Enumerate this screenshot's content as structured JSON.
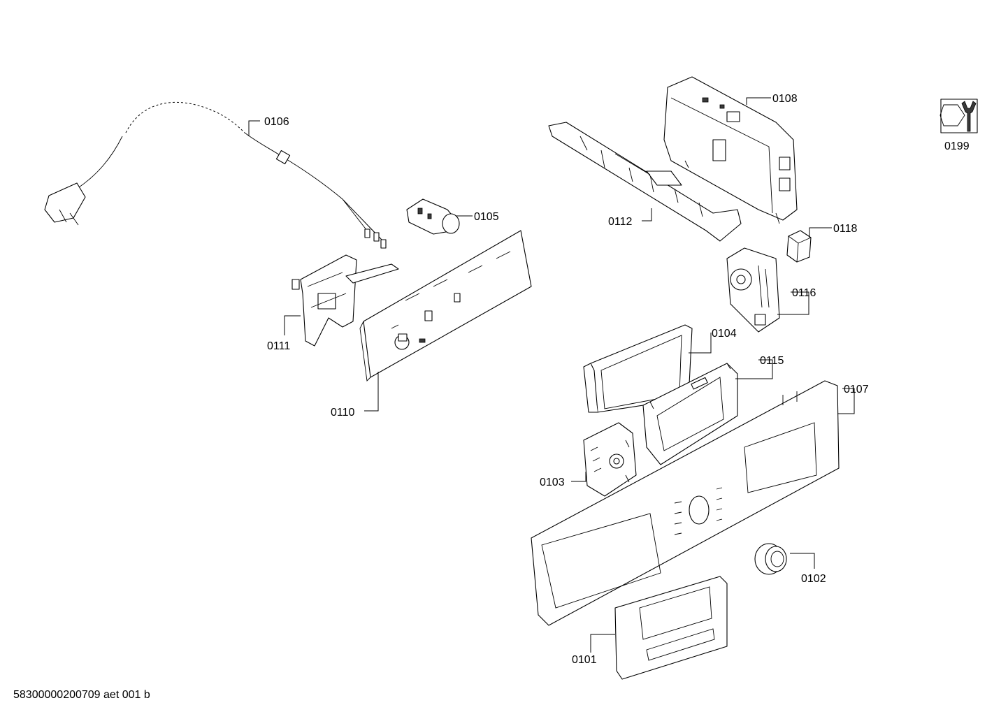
{
  "doc_id": "58300000200709 aet 001 b",
  "callouts": [
    {
      "id": "0106",
      "label": "0106"
    },
    {
      "id": "0105",
      "label": "0105"
    },
    {
      "id": "0111",
      "label": "0111"
    },
    {
      "id": "0110",
      "label": "0110"
    },
    {
      "id": "0112",
      "label": "0112"
    },
    {
      "id": "0108",
      "label": "0108"
    },
    {
      "id": "0118",
      "label": "0118"
    },
    {
      "id": "0116",
      "label": "0116"
    },
    {
      "id": "0104",
      "label": "0104"
    },
    {
      "id": "0115",
      "label": "0115"
    },
    {
      "id": "0107",
      "label": "0107"
    },
    {
      "id": "0103",
      "label": "0103"
    },
    {
      "id": "0102",
      "label": "0102"
    },
    {
      "id": "0101",
      "label": "0101"
    },
    {
      "id": "0199",
      "label": "0199"
    }
  ],
  "icons": {
    "service_kit": "wrench-nut-icon"
  }
}
